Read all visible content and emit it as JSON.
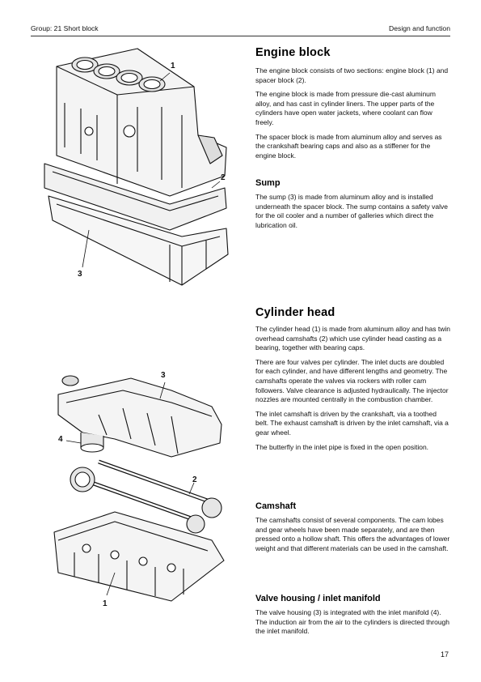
{
  "header": {
    "left": "Group: 21 Short block",
    "right": "Design and function"
  },
  "engine_block": {
    "title": "Engine  block",
    "p1": "The engine block consists of two sections: engine block (1) and spacer block (2).",
    "p2": "The engine block is made from pressure die-cast aluminum alloy, and has cast in cylinder liners. The upper parts of the cylinders have open water jackets, where coolant can flow freely.",
    "p3": "The spacer block is made from aluminum alloy and serves as the crankshaft bearing caps and also as a stiffener for the engine block."
  },
  "sump": {
    "title": "Sump",
    "p1": "The sump (3) is made from aluminum alloy and is installed underneath the spacer block. The sump contains a safety valve for the oil cooler and a number of galleries which direct the lubrication oil."
  },
  "cylinder_head": {
    "title": "Cylinder  head",
    "p1": "The cylinder head (1) is made from aluminum alloy and has twin overhead camshafts (2) which use cylinder head casting as a bearing, together with bearing caps.",
    "p2": "There are four valves per cylinder. The inlet ducts are doubled for each cylinder, and have different lengths and geometry. The camshafts operate the valves via rockers with roller cam followers. Valve clearance is adjusted hydraulically. The injector nozzles are mounted centrally in the combustion chamber.",
    "p3": "The inlet camshaft is driven by the crankshaft, via a toothed belt. The exhaust camshaft is driven by the inlet camshaft, via a gear wheel.",
    "p4": "The butterfly in the inlet pipe is fixed in the open position."
  },
  "camshaft": {
    "title": "Camshaft",
    "p1": "The camshafts consist of several components. The cam lobes and gear wheels have been made separately, and are then pressed onto a hollow shaft. This offers the advantages of lower weight and that different materials can be used in the camshaft."
  },
  "valve_housing": {
    "title": "Valve housing / inlet manifold",
    "p1": "The valve housing (3) is integrated with the inlet manifold (4). The induction air from the air to the cylinders is directed through the inlet manifold."
  },
  "figure1": {
    "callouts": [
      "1",
      "2",
      "3"
    ]
  },
  "figure2": {
    "callouts": [
      "3",
      "4",
      "2",
      "1"
    ]
  },
  "page_number": "17"
}
